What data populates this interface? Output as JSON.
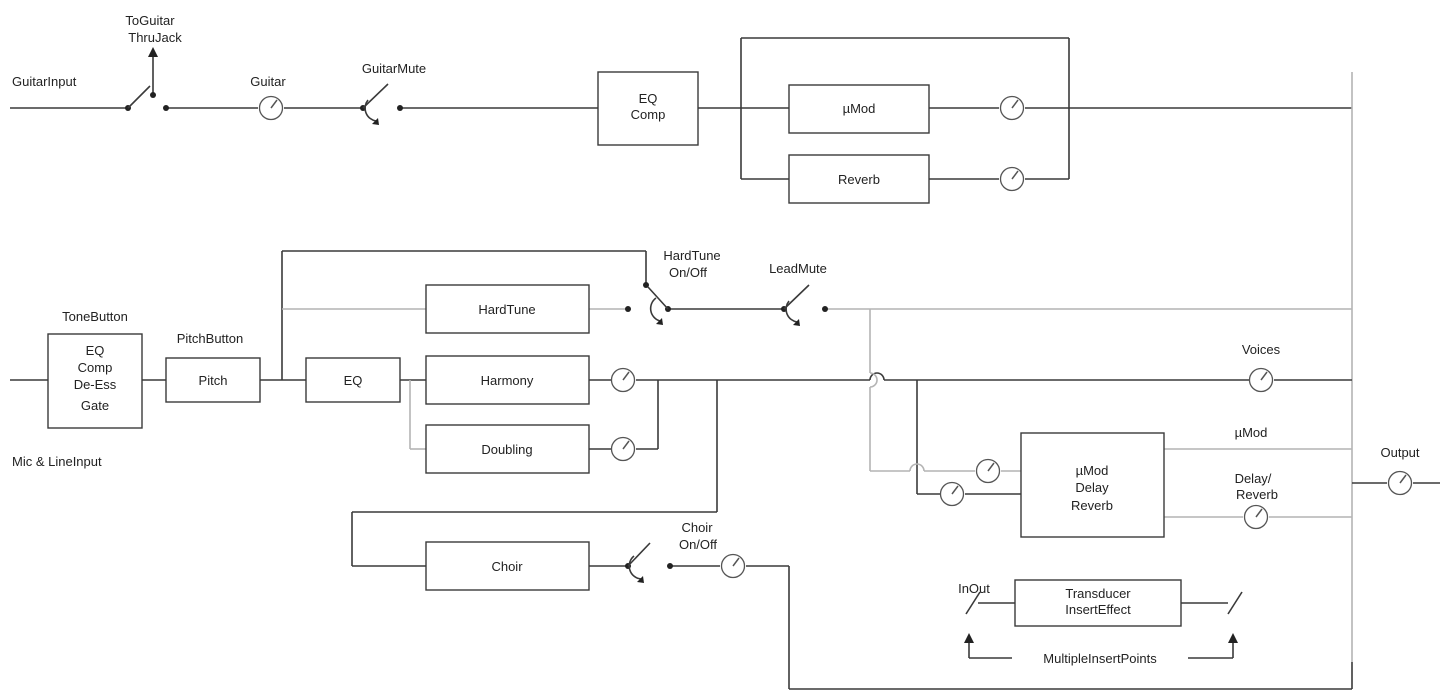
{
  "labels": {
    "guitar_input": "GuitarInput",
    "to_guitar_line1": "ToGuitar",
    "to_guitar_line2": "ThruJack",
    "guitar": "Guitar",
    "guitar_mute": "GuitarMute",
    "eq_comp_line1": "EQ",
    "eq_comp_line2": "Comp",
    "umod_top": "µMod",
    "reverb_top": "Reverb",
    "tone_button": "ToneButton",
    "tone_line1": "EQ",
    "tone_line2": "Comp",
    "tone_line3": "De-Ess",
    "tone_line4": "Gate",
    "mic_line_input": "Mic & LineInput",
    "pitch_button": "PitchButton",
    "pitch": "Pitch",
    "eq": "EQ",
    "hardtune": "HardTune",
    "harmony": "Harmony",
    "doubling": "Doubling",
    "hardtune_onoff_line1": "HardTune",
    "hardtune_onoff_line2": "On/Off",
    "lead_mute": "LeadMute",
    "voices": "Voices",
    "umod_right": "µMod",
    "delay_reverb_line1": "Delay/",
    "delay_reverb_line2": "Reverb",
    "fx_line1": "µMod",
    "fx_line2": "Delay",
    "fx_line3": "Reverb",
    "output": "Output",
    "choir": "Choir",
    "choir_onoff_line1": "Choir",
    "choir_onoff_line2": "On/Off",
    "inout": "InOut",
    "transducer_line1": "Transducer",
    "transducer_line2": "InsertEffect",
    "multiple_insert_points": "MultipleInsertPoints"
  },
  "colors": {
    "main_wire": "#3a3a3a",
    "secondary_wire": "#b4b4b4"
  }
}
